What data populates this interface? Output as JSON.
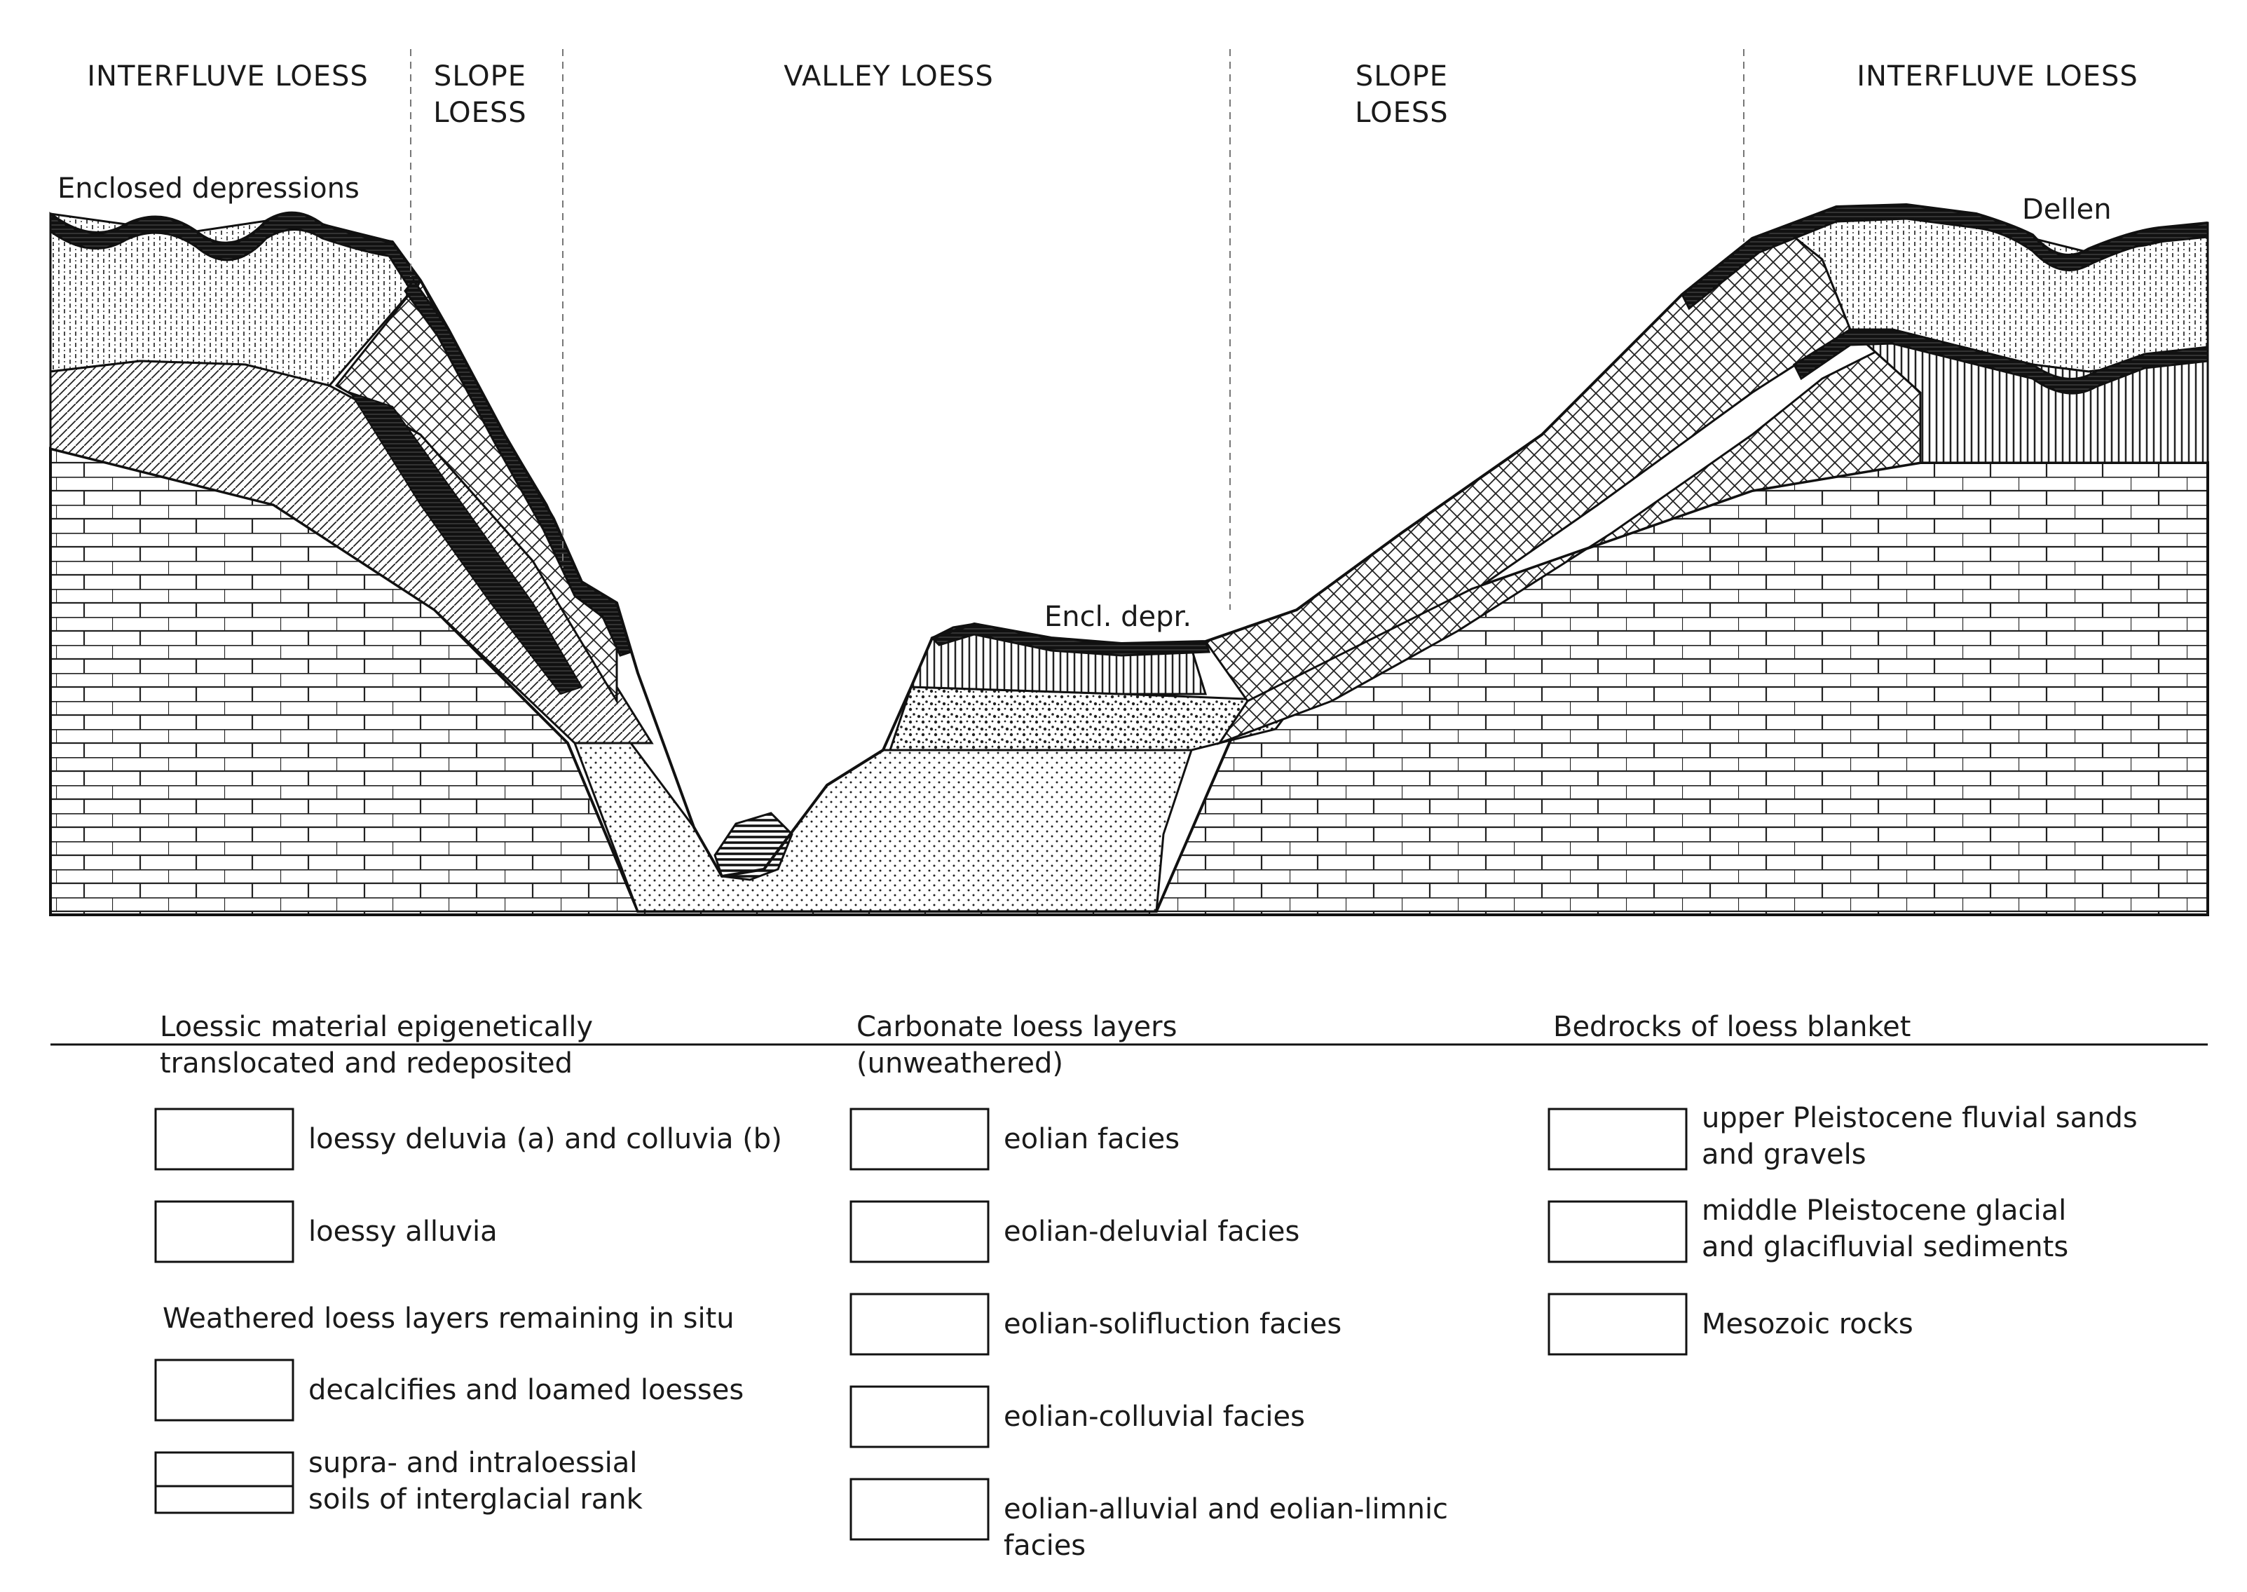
{
  "zones": [
    {
      "line1": "INTERFLUVE LOESS",
      "line2": ""
    },
    {
      "line1": "SLOPE",
      "line2": "LOESS"
    },
    {
      "line1": "VALLEY LOESS",
      "line2": ""
    },
    {
      "line1": "SLOPE",
      "line2": "LOESS"
    },
    {
      "line1": "INTERFLUVE LOESS",
      "line2": ""
    }
  ],
  "annotations": {
    "enclosed_depressions": "Enclosed depressions",
    "encl_depr": "Encl. depr.",
    "dellen": "Dellen"
  },
  "legend": {
    "col1": {
      "header_line1": "Loessic material epigenetically",
      "header_line2": "translocated and redeposited",
      "items": [
        {
          "pattern": "blank",
          "line1": "loessy deluvia (a) and colluvia (b)",
          "line2": ""
        },
        {
          "pattern": "hstripe",
          "line1": "loessy alluvia",
          "line2": ""
        }
      ],
      "subheader": "Weathered loess layers remaining in situ",
      "items2": [
        {
          "pattern": "vstripe",
          "line1": "decalcifies and loamed loesses",
          "line2": ""
        },
        {
          "pattern": "soilband",
          "line1": "supra- and intraloessial",
          "line2": "soils of interglacial rank"
        }
      ]
    },
    "col2": {
      "header_line1": "Carbonate loess layers",
      "header_line2": "(unweathered)",
      "items": [
        {
          "pattern": "eolian",
          "line1": "eolian facies",
          "line2": ""
        },
        {
          "pattern": "deluvial",
          "line1": "eolian-deluvial facies",
          "line2": ""
        },
        {
          "pattern": "solifluction",
          "line1": "eolian-solifluction facies",
          "line2": ""
        },
        {
          "pattern": "colluvial",
          "line1": "eolian-colluvial facies",
          "line2": ""
        },
        {
          "pattern": "alluvial",
          "line1": "eolian-alluvial and eolian-limnic",
          "line2": "facies"
        }
      ]
    },
    "col3": {
      "header_line1": "Bedrocks of loess blanket",
      "items": [
        {
          "pattern": "sand",
          "line1": "upper Pleistocene fluvial sands",
          "line2": "and gravels"
        },
        {
          "pattern": "glacial",
          "line1": "middle Pleistocene glacial",
          "line2": "and glacifluvial sediments"
        },
        {
          "pattern": "brick",
          "line1": "Mesozoic rocks",
          "line2": ""
        }
      ]
    }
  }
}
